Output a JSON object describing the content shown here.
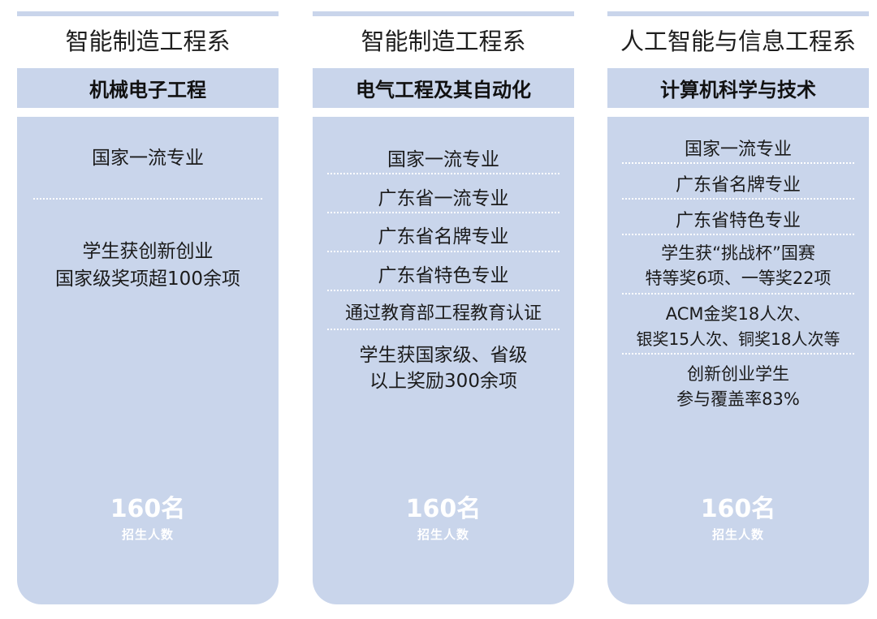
{
  "columns": [
    {
      "department": "智能制造工程系",
      "major": "机械电子工程",
      "features": [
        "国家一流专业",
        "学生获创新创业",
        "国家级奖项超100余项"
      ],
      "enrollment": "160名",
      "enrollment_label": "招生人数"
    },
    {
      "department": "智能制造工程系",
      "major": "电气工程及其自动化",
      "features": [
        "国家一流专业",
        "广东省一流专业",
        "广东省名牌专业",
        "广东省特色专业",
        "通过教育部工程教育认证",
        "学生获国家级、省级",
        "以上奖励300余项"
      ],
      "enrollment": "160名",
      "enrollment_label": "招生人数"
    },
    {
      "department": "人工智能与信息工程系",
      "major": "计算机科学与技术",
      "features": [
        "国家一流专业",
        "广东省名牌专业",
        "广东省特色专业",
        "学生获“挑战杯”国赛",
        "特等奖6项、一等奖22项",
        "ACM金奖18人次、",
        "银奖15人次、铜奖18人次等",
        "创新创业学生",
        "参与覆盖率83%"
      ],
      "enrollment": "160名",
      "enrollment_label": "招生人数"
    }
  ],
  "colors": {
    "panel": "#c9d5eb",
    "divider": "#ffffff",
    "number": "#ffffff"
  }
}
